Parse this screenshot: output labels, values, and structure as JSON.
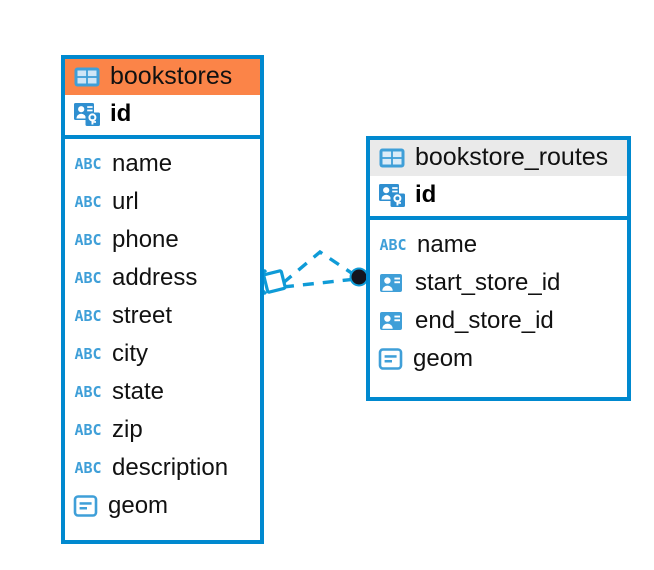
{
  "diagram": {
    "title": "database-entity-relationship-diagram",
    "colors": {
      "border": "#0089cf",
      "header_accent": "#fb8448",
      "header_plain": "#eaeaea",
      "icon_blue": "#3f9fd8",
      "connector": "#0f9bd7",
      "endpoint": "#1a1a22",
      "background": "#ffffff"
    }
  },
  "tables": [
    {
      "name": "bookstores",
      "header_style": "accent",
      "header_icon": "table-icon",
      "primary_key": {
        "label": "id",
        "icon": "primary-key-icon"
      },
      "fields": [
        {
          "label": "name",
          "icon": "text-type-icon"
        },
        {
          "label": "url",
          "icon": "text-type-icon"
        },
        {
          "label": "phone",
          "icon": "text-type-icon"
        },
        {
          "label": "address",
          "icon": "text-type-icon"
        },
        {
          "label": "street",
          "icon": "text-type-icon"
        },
        {
          "label": "city",
          "icon": "text-type-icon"
        },
        {
          "label": "state",
          "icon": "text-type-icon"
        },
        {
          "label": "zip",
          "icon": "text-type-icon"
        },
        {
          "label": "description",
          "icon": "text-type-icon"
        },
        {
          "label": "geom",
          "icon": "geometry-type-icon"
        }
      ]
    },
    {
      "name": "bookstore_routes",
      "header_style": "plain",
      "header_icon": "table-icon",
      "primary_key": {
        "label": "id",
        "icon": "primary-key-icon"
      },
      "fields": [
        {
          "label": "name",
          "icon": "text-type-icon"
        },
        {
          "label": "start_store_id",
          "icon": "foreign-key-icon"
        },
        {
          "label": "end_store_id",
          "icon": "foreign-key-icon"
        },
        {
          "label": "geom",
          "icon": "geometry-type-icon"
        }
      ]
    }
  ],
  "relationship": {
    "from_table": "bookstores",
    "to_table": "bookstore_routes",
    "line_style": "dashed",
    "source_marker": "crows-foot-diamond",
    "target_marker": "filled-circle"
  },
  "icon_glyphs": {
    "text_type_label": "ABC"
  }
}
